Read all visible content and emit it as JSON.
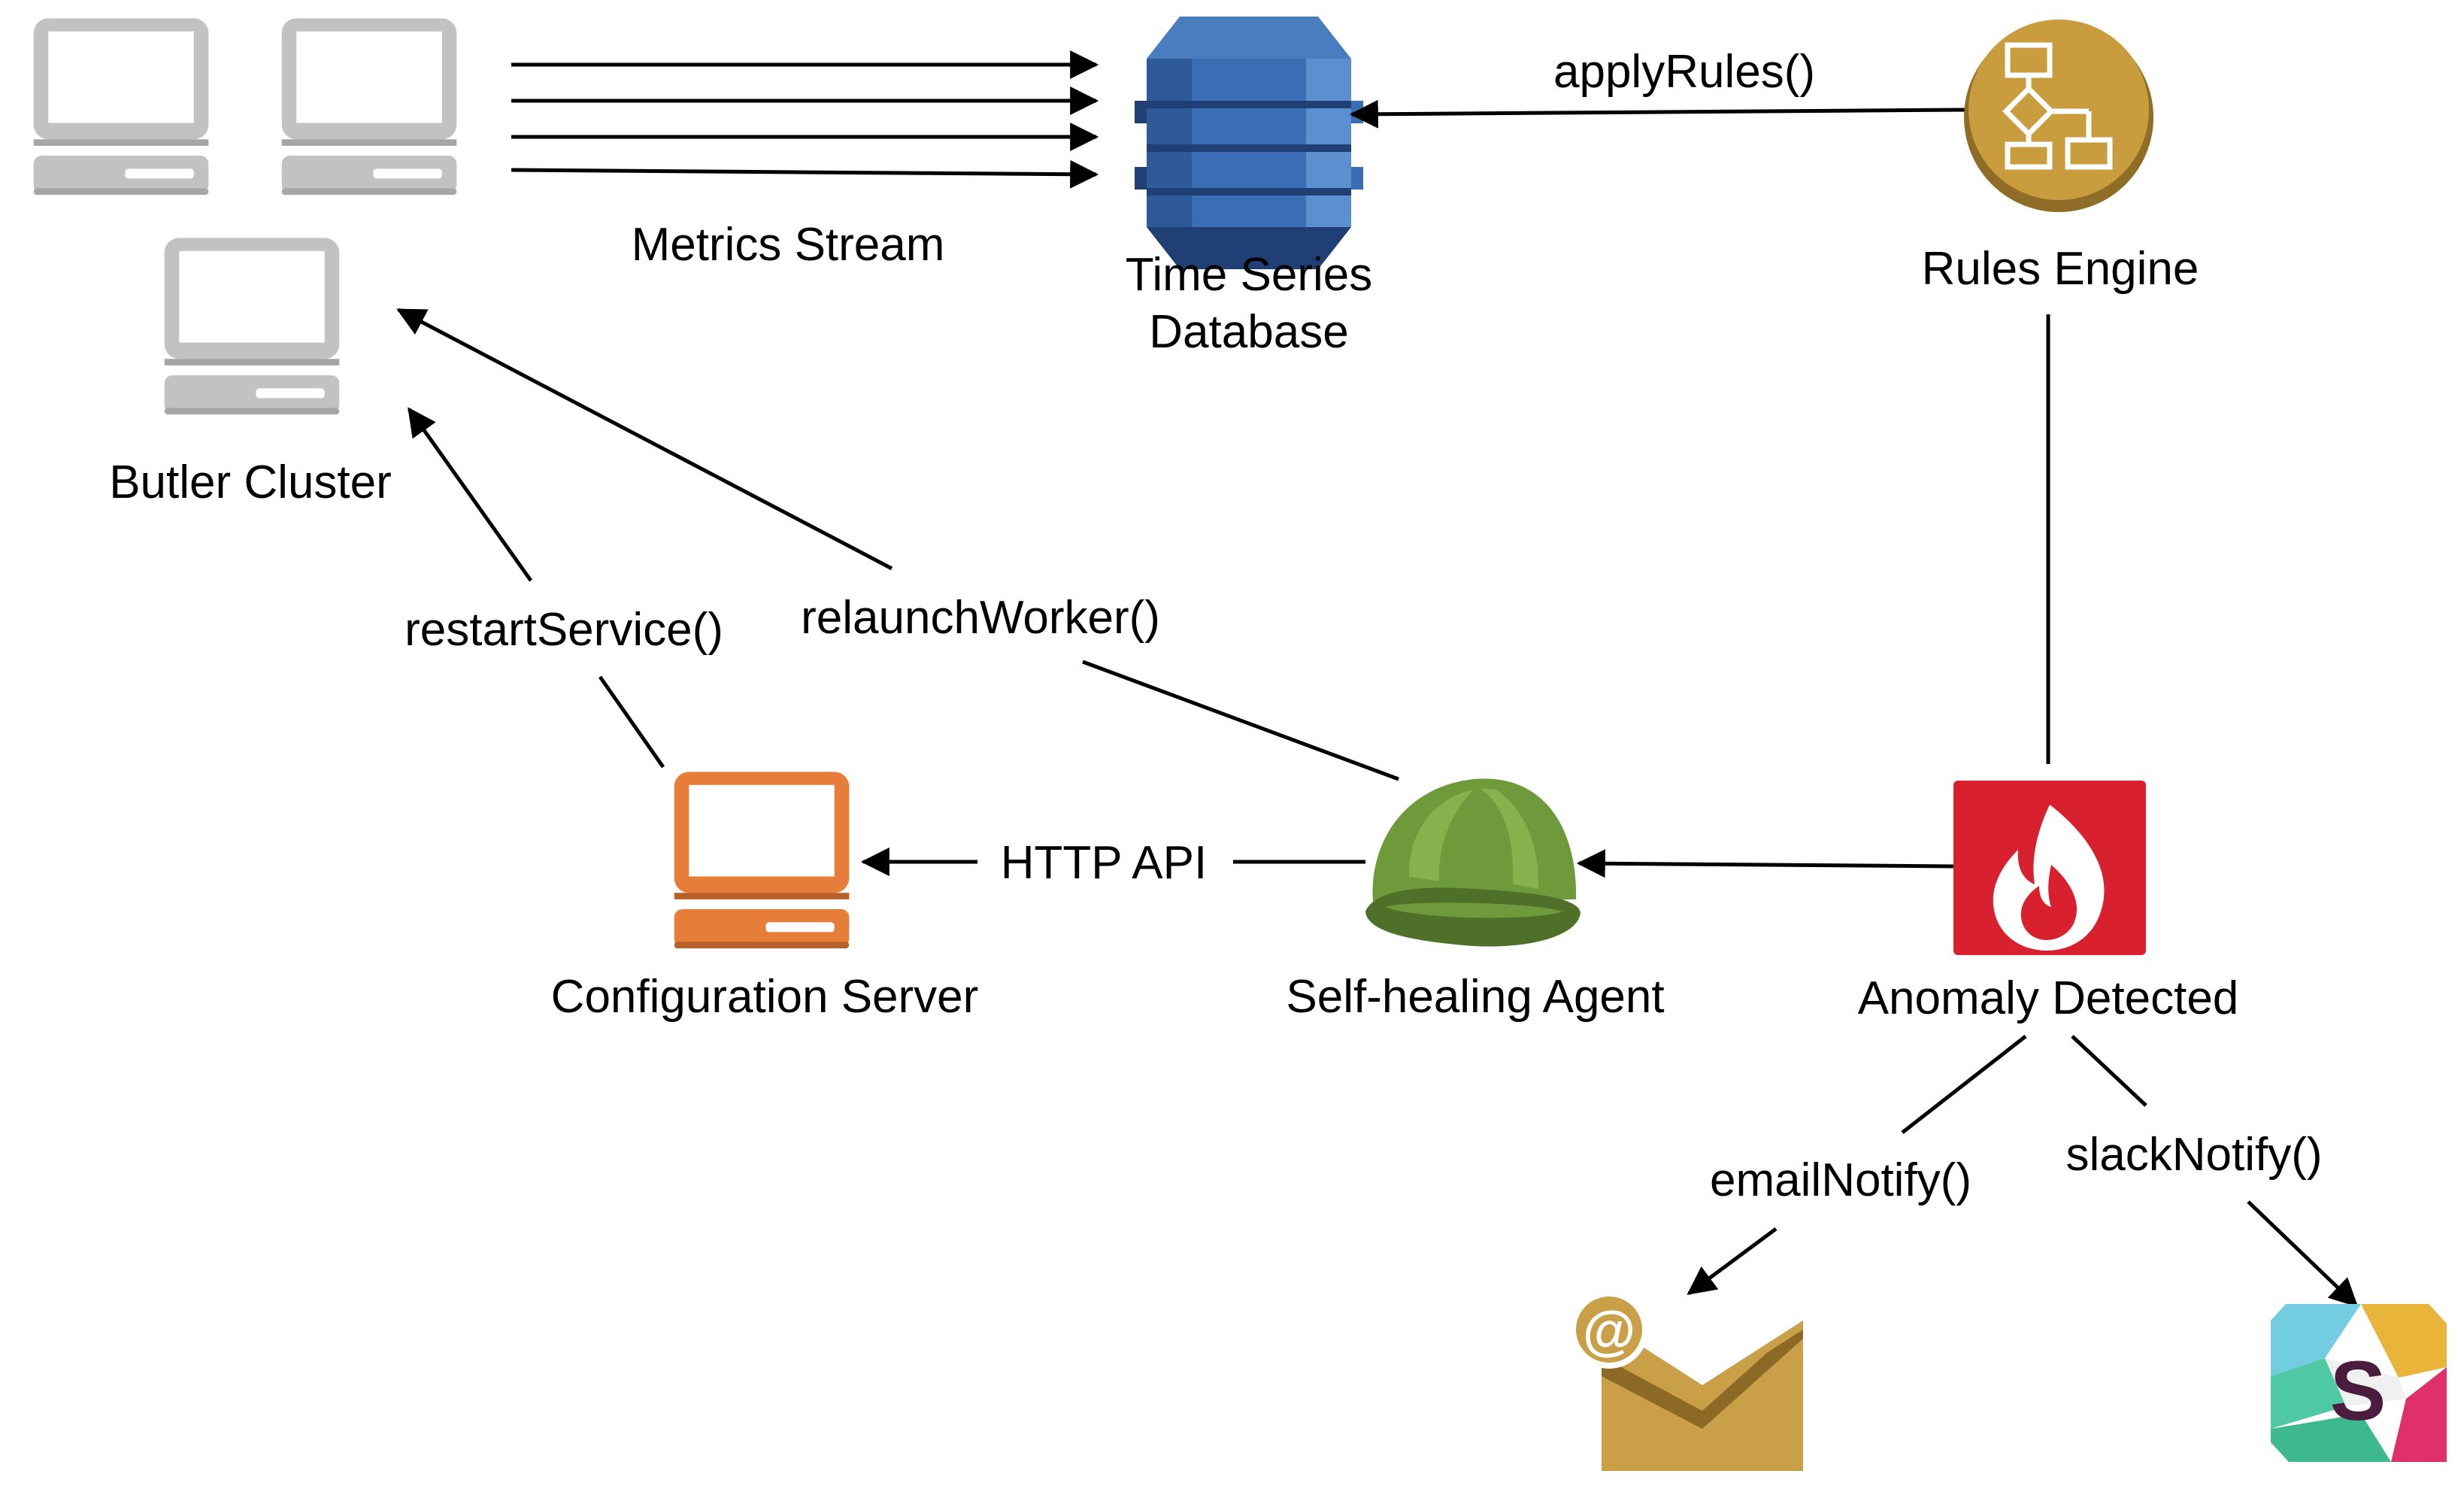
{
  "labels": {
    "metrics_stream": "Metrics Stream",
    "tsdb_line1": "Time Series",
    "tsdb_line2": "Database",
    "apply_rules": "applyRules()",
    "rules_engine": "Rules Engine",
    "butler_cluster": "Butler Cluster",
    "restart_service": "restartService()",
    "relaunch_worker": "relaunchWorker()",
    "http_api": "HTTP API",
    "configuration_server": "Configuration Server",
    "self_healing_agent": "Self-healing Agent",
    "anomaly_detected": "Anomaly Detected",
    "email_notify": "emailNotify()",
    "slack_notify": "slackNotify()",
    "email_at": "@",
    "slack_s": "S"
  },
  "icons": {
    "cluster_computer": "desktop-computer-icon",
    "database": "dynamodb-database-icon",
    "rules_engine": "flowchart-icon",
    "configuration_server": "desktop-computer-icon",
    "self_healing_agent": "hard-hat-icon",
    "anomaly": "flame-alert-icon",
    "email": "email-envelope-icon",
    "slack": "slack-logo-icon"
  },
  "colors": {
    "computer_gray": "#c2c2c2",
    "database_blue": "#2e5a9a",
    "rules_gold": "#c99c3d",
    "config_orange": "#e67e3a",
    "agent_green": "#6f9a3c",
    "anomaly_red": "#d9202e",
    "email_gold": "#c99f48",
    "slack_purple": "#4a1d3e"
  }
}
